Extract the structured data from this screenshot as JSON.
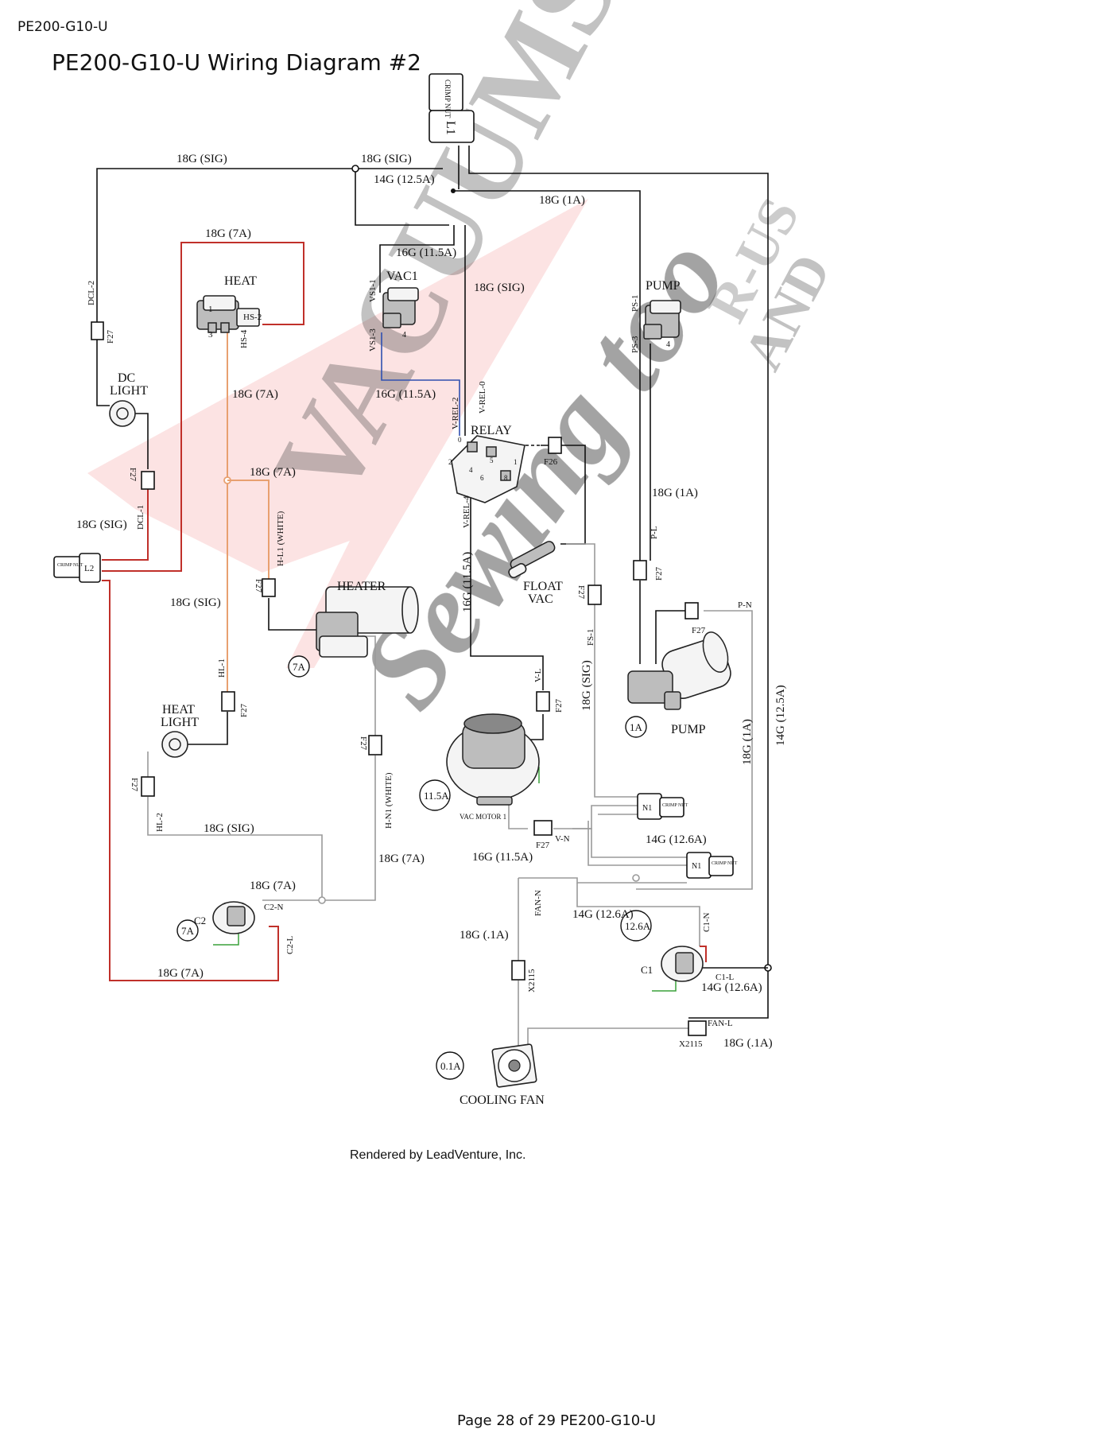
{
  "page_header": "PE200-G10-U",
  "title": "PE200-G10-U Wiring Diagram #2",
  "rendered_by": "Rendered by LeadVenture, Inc.",
  "page_footer": "Page 28 of 29 PE200-G10-U",
  "watermark": {
    "line1": "VACUUMS",
    "line2": "R-US",
    "line3": "AND",
    "line4": "Sewing too",
    "colors": {
      "red": "#e84040",
      "blue": "#9aa8d8",
      "gray": "#9a9a9a"
    }
  },
  "wire_colors": {
    "black": "#111111",
    "gray": "#9a9a9a",
    "red": "#c0302a",
    "orange": "#e8a070",
    "blue": "#3050b0",
    "ground": "#3aa03a"
  },
  "components": {
    "l1": {
      "name": "L1",
      "nut": "CRIMP NUT"
    },
    "l2": {
      "name": "L2",
      "nut": "CRIMP NUT"
    },
    "n1_top": {
      "name": "N1",
      "nut": "CRIMP NUT"
    },
    "n1_bottom": {
      "name": "N1",
      "nut": "CRIMP NUT"
    },
    "heat": {
      "name": "HEAT",
      "pin1": "1",
      "pin3": "3",
      "pin_hs2": "HS-2",
      "pin_hs4": "HS-4"
    },
    "vac1": {
      "name": "VAC1",
      "pin4": "4",
      "pin_vs1": "VS1-1",
      "pin_vs3": "VS1-3"
    },
    "pump_switch": {
      "name": "PUMP",
      "pin4": "4",
      "pin_ps1": "PS-1",
      "pin_ps3": "PS-3"
    },
    "dc_light": {
      "line1": "DC",
      "line2": "LIGHT"
    },
    "relay": {
      "name": "RELAY",
      "p0": "0",
      "p1": "1",
      "p2": "2",
      "p4": "4",
      "p5": "5",
      "p6": "6",
      "p8": "8"
    },
    "float_vac": {
      "line1": "FLOAT",
      "line2": "VAC"
    },
    "heater": {
      "name": "HEATER",
      "rating": "7A"
    },
    "heat_light": {
      "line1": "HEAT",
      "line2": "LIGHT"
    },
    "vac_motor": {
      "name": "VAC MOTOR 1",
      "rating": "11.5A"
    },
    "pump": {
      "name": "PUMP",
      "rating": "1A"
    },
    "c2": {
      "name": "C2",
      "rating": "7A",
      "pin_n": "C2-N",
      "pin_l": "C2-L"
    },
    "c1": {
      "name": "C1",
      "rating": "12.6A",
      "pin_n": "C1-N",
      "pin_l": "C1-L"
    },
    "cooling_fan": {
      "name": "COOLING FAN",
      "rating": "0.1A"
    }
  },
  "connector_labels": {
    "f27": "F27",
    "f26": "F26",
    "x2115": "X2115",
    "dcl2": "DCL-2",
    "dcl1": "DCL-1",
    "vrel2": "V-REL-2",
    "vrel0": "V-REL-0",
    "vrel4": "V-REL-4",
    "hl1_white": "H-L1 (WHITE)",
    "hn1_white": "H-N1 (WHITE)",
    "hl1": "HL-1",
    "hl2": "HL-2",
    "pl": "P-L",
    "pn": "P-N",
    "fs1": "FS-1",
    "vl": "V-L",
    "vn": "V-N",
    "fann": "FAN-N",
    "fanl": "FAN-L",
    "e1": "L1",
    "e2": "L2"
  },
  "wire_labels": {
    "sig_top_left": "18G (SIG)",
    "sig_top_mid": "18G (SIG)",
    "a125_top": "14G (12.5A)",
    "a1_top": "18G (1A)",
    "a7_top": "18G (7A)",
    "a115_vac": "16G (11.5A)",
    "sig_relay": "18G (SIG)",
    "a7_heat": "18G (7A)",
    "a115_blue": "16G (11.5A)",
    "a7_mid": "18G (7A)",
    "a1_pump": "18G (1A)",
    "sig_dcl": "18G (SIG)",
    "sig_l2": "18G (SIG)",
    "a115_vert": "16G (11.5A)",
    "sig_vert": "18G (SIG)",
    "a125_vert": "14G (12.5A)",
    "a1_vert": "18G (1A)",
    "sig_hl2": "18G (SIG)",
    "a7_hn1": "18G (7A)",
    "a7_c2": "18G (7A)",
    "a126_mid": "14G (12.6A)",
    "a115_bottom": "16G (11.5A)",
    "a126_c1n": "14G (12.6A)",
    "a01_fan": "18G (.1A)",
    "a126_c1l": "14G (12.6A)",
    "a7_bottom": "18G (7A)",
    "a01_fanl": "18G (.1A)"
  }
}
